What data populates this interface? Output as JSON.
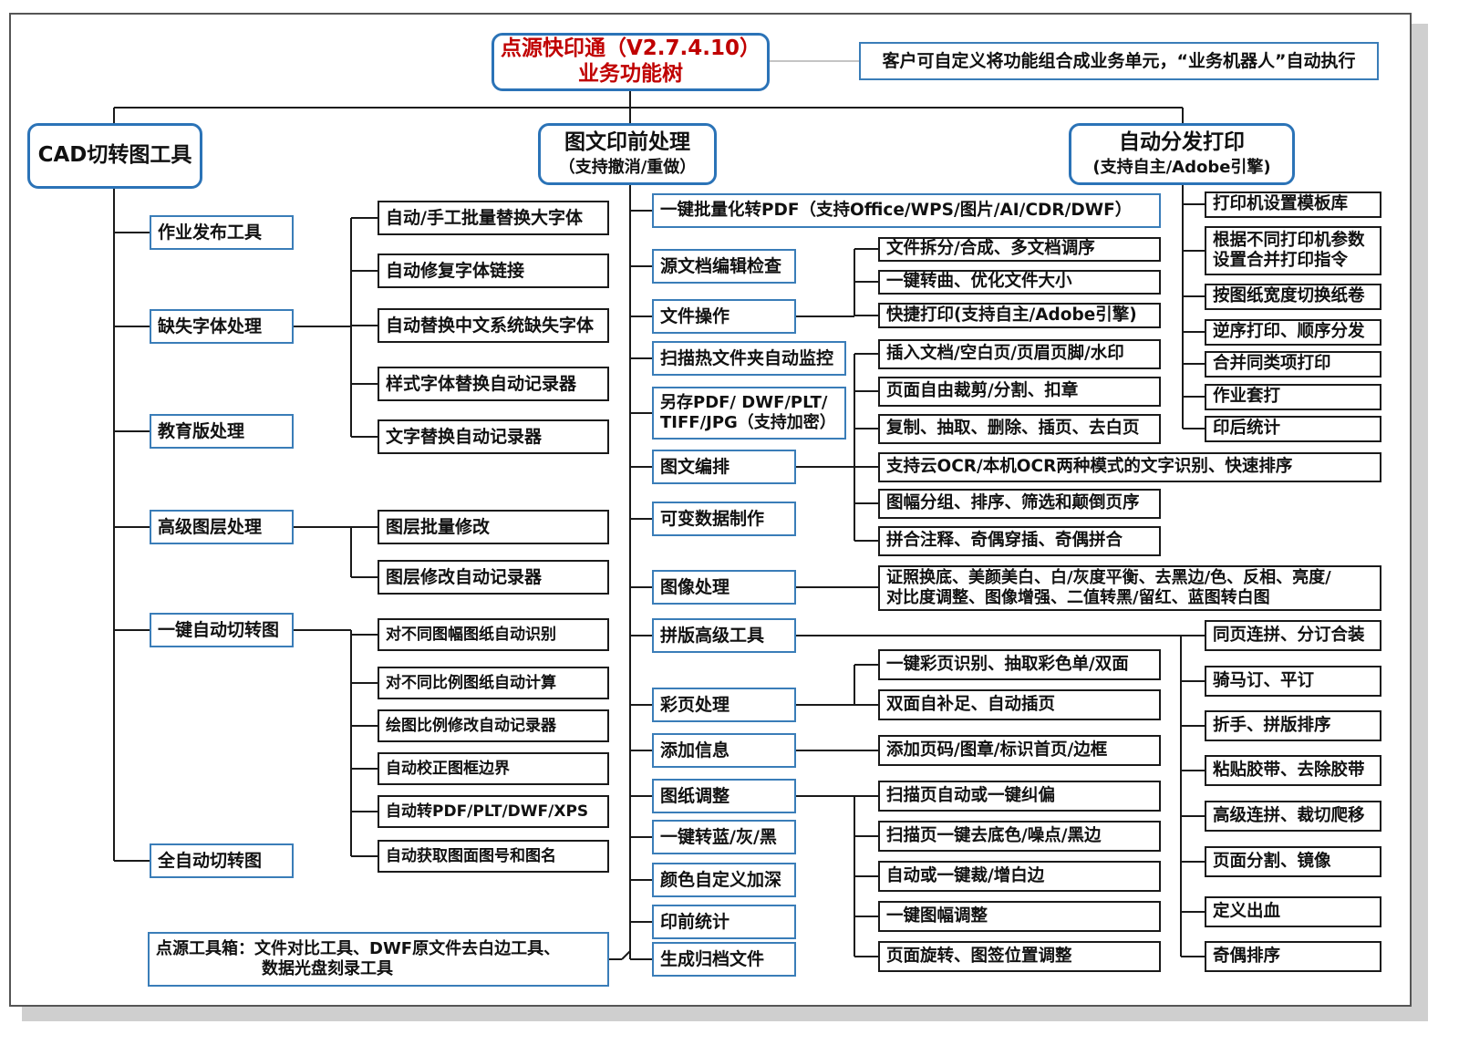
{
  "root": {
    "line1": "点源快印通（V2.7.4.10）",
    "line2": "业务功能树"
  },
  "note": "客户可自定义将功能组合成业务单元，“业务机器人”自动执行",
  "categories": {
    "cad": {
      "title": "CAD切转图工具"
    },
    "prepress": {
      "title": "图文印前处理",
      "subtitle": "（支持撤消/重做）"
    },
    "autoprint": {
      "title": "自动分发打印",
      "subtitle": "(支持自主/Adobe引擎)"
    }
  },
  "cad": {
    "groups": [
      "作业发布工具",
      "缺失字体处理",
      "教育版处理",
      "高级图层处理",
      "一键自动切转图",
      "全自动切转图"
    ],
    "font_items": [
      "自动/手工批量替换大字体",
      "自动修复字体链接",
      "自动替换中文系统缺失字体",
      "样式字体替换自动记录器",
      "文字替换自动记录器"
    ],
    "layer_items": [
      "图层批量修改",
      "图层修改自动记录器"
    ],
    "convert_items": [
      "对不同图幅图纸自动识别",
      "对不同比例图纸自动计算",
      "绘图比例修改自动记录器",
      "自动校正图框边界",
      "自动转PDF/PLT/DWF/XPS",
      "自动获取图面图号和图名"
    ],
    "toolbox": {
      "line1": "点源工具箱：文件对比工具、DWF原文件去白边工具、",
      "line2": "数据光盘刻录工具"
    }
  },
  "prepress": {
    "items": [
      "一键批量化转PDF（支持Office/WPS/图片/AI/CDR/DWF）",
      "源文档编辑检查",
      "文件操作",
      "扫描热文件夹自动监控",
      "另存PDF/ DWF/PLT/ TIFF/JPG（支持加密）",
      "图文编排",
      "可变数据制作",
      "图像处理",
      "拼版高级工具",
      "彩页处理",
      "添加信息",
      "图纸调整",
      "一键转蓝/灰/黑",
      "颜色自定义加深",
      "印前统计",
      "生成归档文件"
    ],
    "file_ops": [
      "文件拆分/合成、多文档调序",
      "一键转曲、优化文件大小",
      "快捷打印(支持自主/Adobe引擎)"
    ],
    "layout": [
      "插入文档/空白页/页眉页脚/水印",
      "页面自由裁剪/分割、扣章",
      "复制、抽取、删除、插页、去白页",
      "支持云OCR/本机OCR两种模式的文字识别、快速排序",
      "图幅分组、排序、筛选和颠倒页序",
      "拼合注释、奇偶穿插、奇偶拼合"
    ],
    "image": {
      "line1": "证照换底、美颜美白、白/灰度平衡、去黑边/色、反相、亮度/",
      "line2": "对比度调整、图像增强、二值转黑/留红、蓝图转白图"
    },
    "color_page": [
      "一键彩页识别、抽取彩色单/双面",
      "双面自补足、自动插页"
    ],
    "add_info": "添加页码/图章/标识首页/边框",
    "drawing_adjust": [
      "扫描页自动或一键纠偏",
      "扫描页一键去底色/噪点/黑边",
      "自动或一键裁/增白边",
      "一键图幅调整",
      "页面旋转、图签位置调整"
    ]
  },
  "autoprint": {
    "items": [
      "打印机设置模板库",
      "根据不同打印机参数 设置合并打印指令",
      "按图纸宽度切换纸卷",
      "逆序打印、顺序分发",
      "合并同类项打印",
      "作业套打",
      "印后统计"
    ],
    "imposition": [
      "同页连拼、分订合装",
      "骑马订、平订",
      "折手、拼版排序",
      "粘贴胶带、去除胶带",
      "高级连拼、裁切爬移",
      "页面分割、镜像",
      "定义出血",
      "奇偶排序"
    ]
  },
  "colors": {
    "accent_border": "#2b73b7",
    "root_text": "#c00000",
    "line": "#1a1a1a"
  }
}
